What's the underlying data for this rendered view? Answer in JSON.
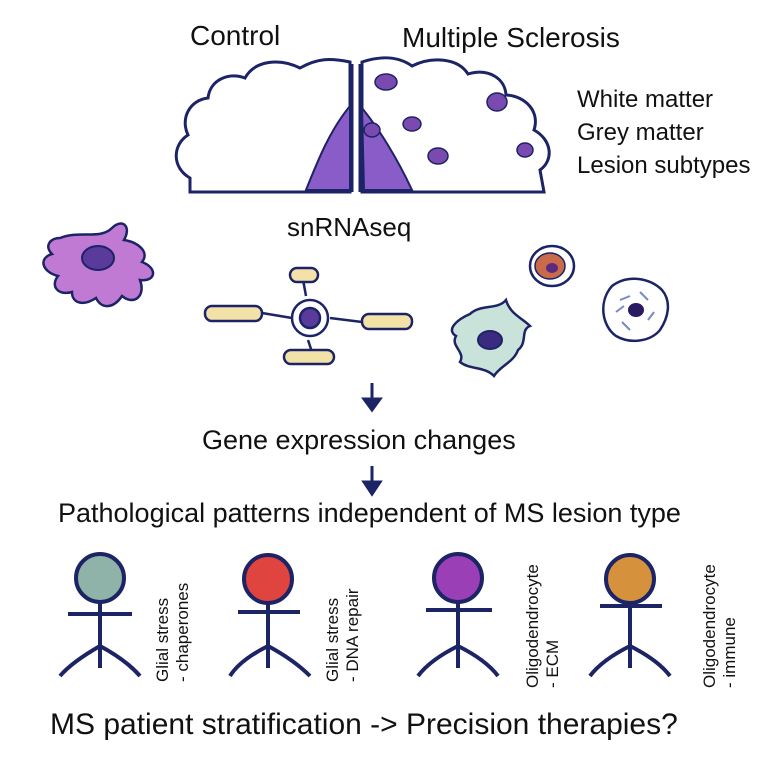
{
  "header": {
    "control_label": "Control",
    "ms_label": "Multiple Sclerosis"
  },
  "legend": {
    "white_matter": "White matter",
    "grey_matter": "Grey matter",
    "lesion_subtypes": "Lesion subtypes"
  },
  "method_label": "snRNAseq",
  "steps": {
    "gene_expression": "Gene expression changes",
    "pathological_patterns": "Pathological patterns independent of MS lesion type"
  },
  "patients": [
    {
      "line1": "Glial stress",
      "line2": "- chaperones",
      "head_color": "#8fb3a8"
    },
    {
      "line1": "Glial stress",
      "line2": "- DNA repair",
      "head_color": "#e0443f"
    },
    {
      "line1": "Oligodendrocyte",
      "line2": "- ECM",
      "head_color": "#9a3fb5"
    },
    {
      "line1": "Oligodendrocyte",
      "line2": "- immune",
      "head_color": "#d6913c"
    }
  ],
  "conclusion": "MS patient stratification -> Precision therapies?",
  "colors": {
    "outline": "#1c2466",
    "grey_matter": "#8a5cc8",
    "lesion": "#7a4ab0",
    "astrocyte": "#c07ad4",
    "microglia_fill": "#c9e2da",
    "immune_cell": "#c96a4a"
  }
}
